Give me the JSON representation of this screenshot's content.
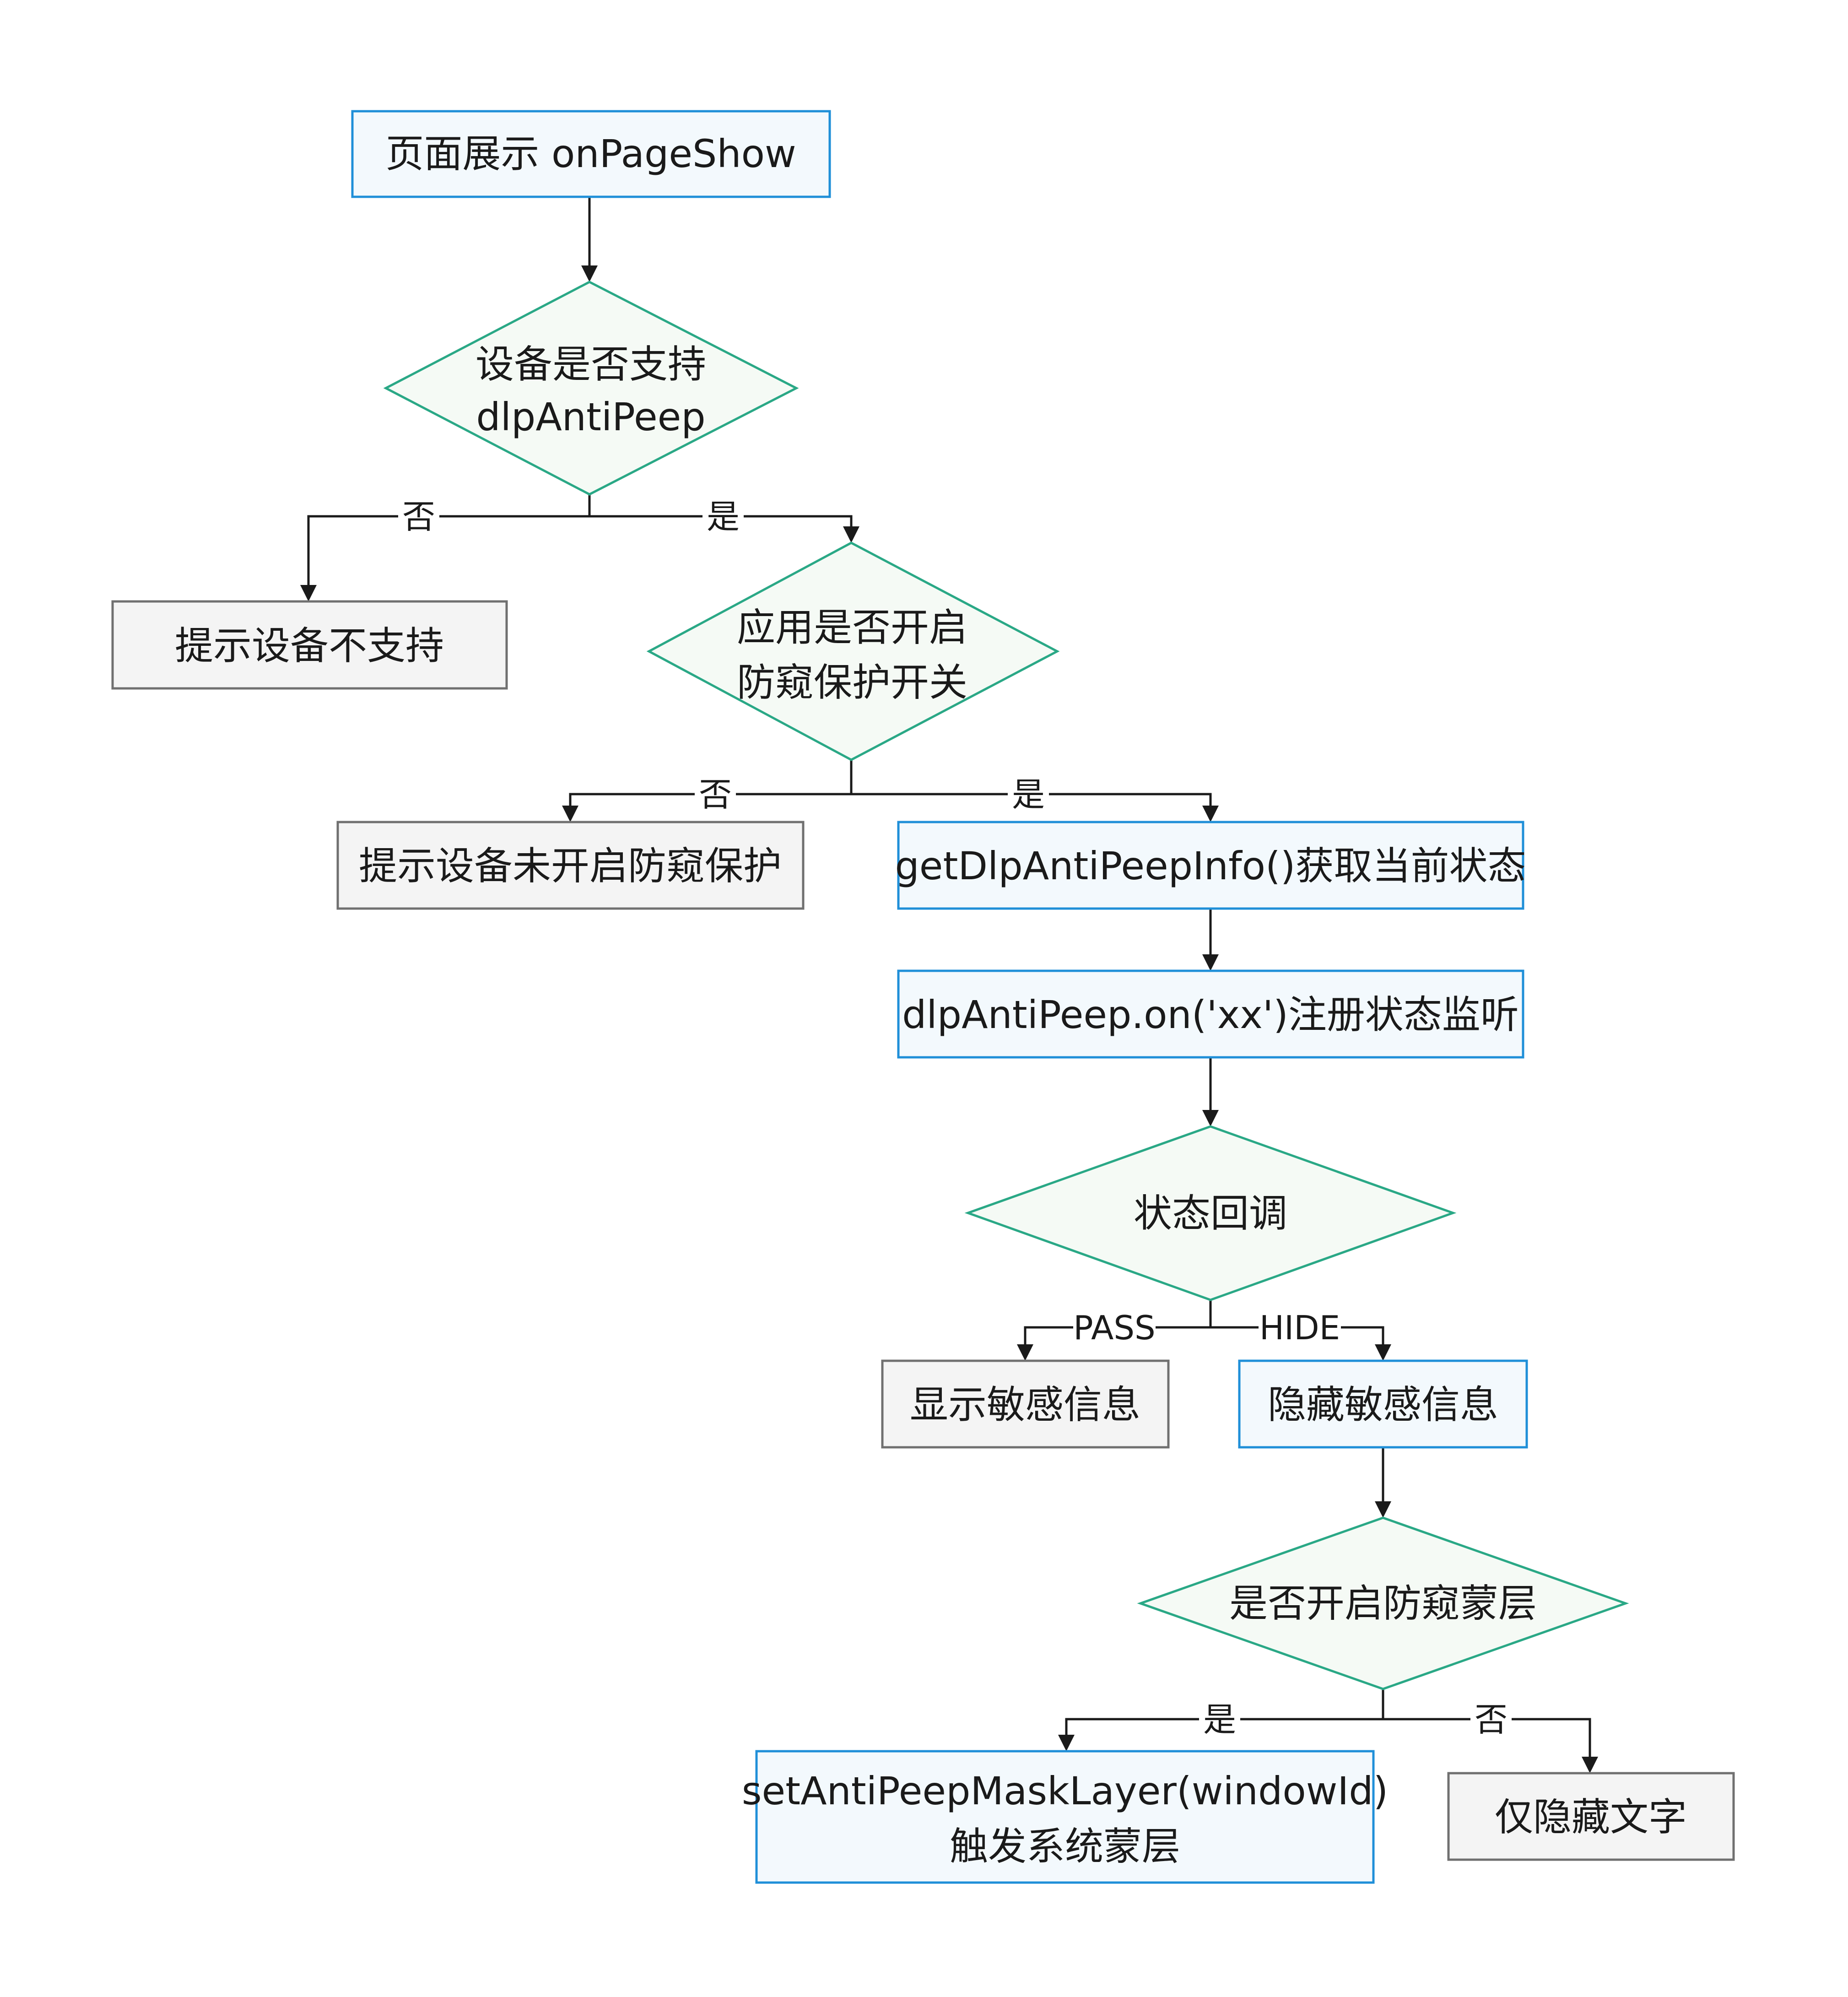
{
  "diagram": {
    "nodes": {
      "page_show": {
        "text": "页面展示 onPageShow"
      },
      "device_support": {
        "line1": "设备是否支持",
        "line2": "dlpAntiPeep"
      },
      "not_supported": {
        "text": "提示设备不支持"
      },
      "app_switch": {
        "line1": "应用是否开启",
        "line2": "防窥保护开关"
      },
      "not_enabled": {
        "text": "提示设备未开启防窥保护"
      },
      "get_info": {
        "text": "getDlpAntiPeepInfo()获取当前状态"
      },
      "register_listener": {
        "text": "dlpAntiPeep.on('xx')注册状态监听"
      },
      "status_callback": {
        "text": "状态回调"
      },
      "show_sensitive": {
        "text": "显示敏感信息"
      },
      "hide_sensitive": {
        "text": "隐藏敏感信息"
      },
      "mask_layer_decision": {
        "text": "是否开启防窥蒙层"
      },
      "set_mask_layer": {
        "line1": "setAntiPeepMaskLayer(windowId)",
        "line2": "触发系统蒙层"
      },
      "hide_text_only": {
        "text": "仅隐藏文字"
      }
    },
    "edges": {
      "support_no": "否",
      "support_yes": "是",
      "switch_no": "否",
      "switch_yes": "是",
      "callback_pass": "PASS",
      "callback_hide": "HIDE",
      "mask_yes": "是",
      "mask_no": "否"
    }
  }
}
